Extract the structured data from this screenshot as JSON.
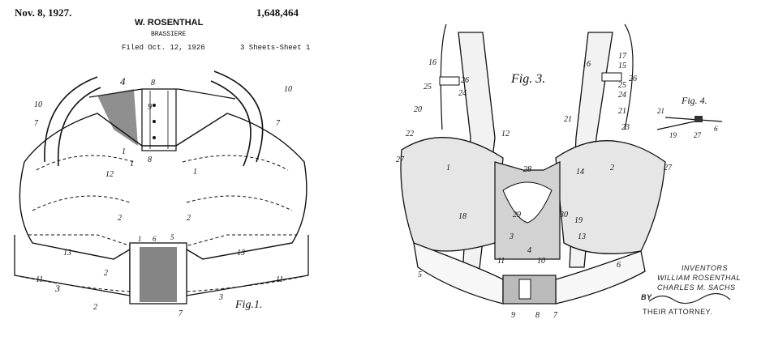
{
  "left_sheet": {
    "date": "Nov. 8, 1927.",
    "inventor": "W. ROSENTHAL",
    "title": "BRASSIERE",
    "filed": "Filed Oct. 12, 1926",
    "sheets": "3 Sheets-Sheet 1",
    "patent_number": "1,648,464",
    "fig_label": "Fig.1.",
    "callouts": [
      "4",
      "8",
      "10",
      "9",
      "10",
      "7",
      "7",
      "8",
      "1",
      "12",
      "1",
      "1",
      "2",
      "2",
      "13",
      "13",
      "1",
      "6",
      "5",
      "11",
      "11",
      "3",
      "2",
      "3",
      "2",
      "7"
    ]
  },
  "right_sheet": {
    "fig3_label": "Fig. 3.",
    "fig4_label": "Fig. 4.",
    "callouts": [
      "16",
      "25",
      "26",
      "24",
      "20",
      "22",
      "12",
      "27",
      "28",
      "1",
      "29",
      "30",
      "18",
      "3",
      "11",
      "4",
      "10",
      "5",
      "9",
      "8",
      "7",
      "16",
      "17",
      "15",
      "25",
      "26",
      "24",
      "21",
      "21",
      "23",
      "14",
      "2",
      "19",
      "13",
      "6",
      "27",
      "21",
      "19",
      "27",
      "6"
    ],
    "inventors_heading": "INVENTORS",
    "inventor_1": "WILLIAM ROSENTHAL",
    "inventor_2": "CHARLES M. SACHS",
    "by": "BY",
    "attorney": "THEIR ATTORNEY."
  }
}
